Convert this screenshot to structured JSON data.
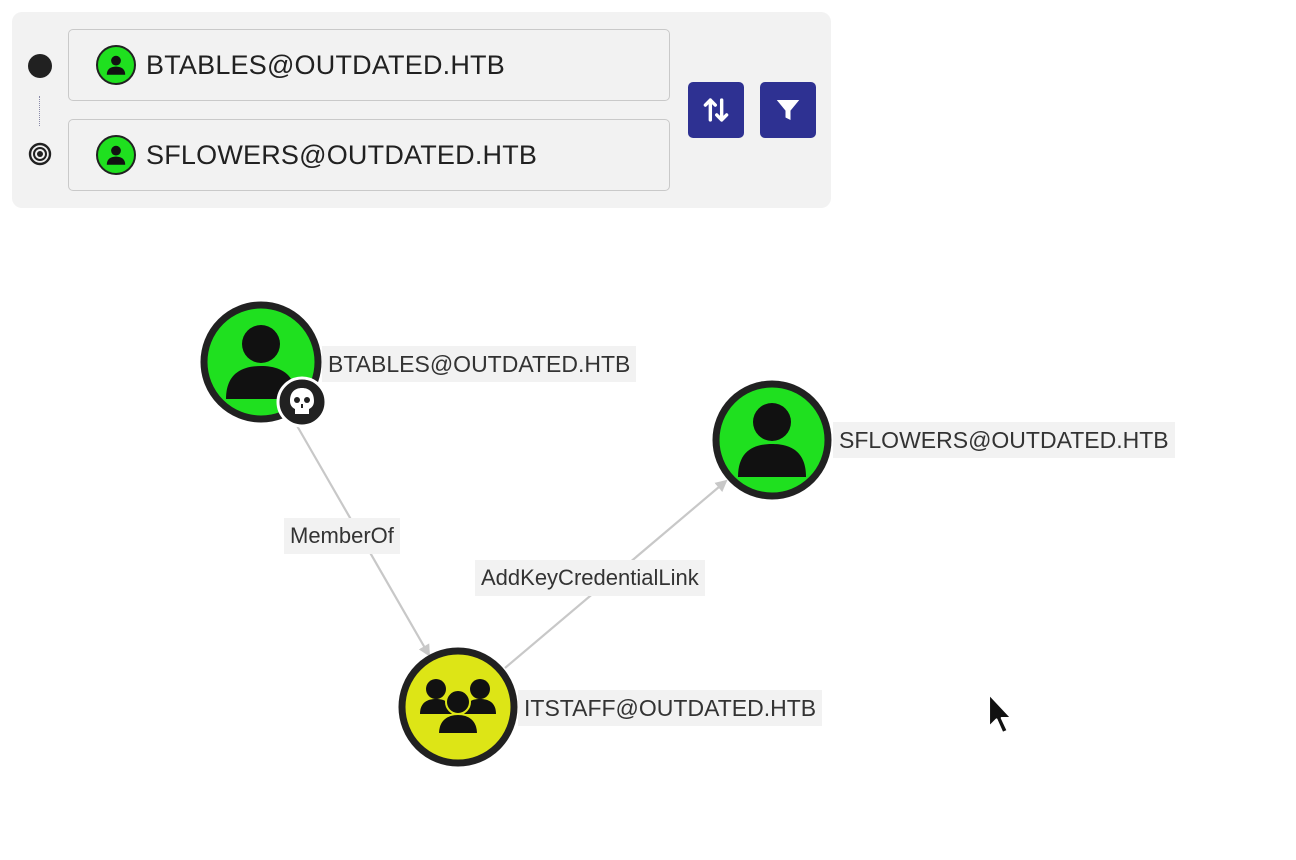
{
  "pathfinding": {
    "start_node": {
      "value": "BTABLES@OUTDATED.HTB",
      "icon": "user-icon"
    },
    "target_node": {
      "value": "SFLOWERS@OUTDATED.HTB",
      "icon": "user-icon"
    },
    "swap_button_icon": "swap-vertical-icon",
    "filter_button_icon": "filter-icon"
  },
  "graph": {
    "nodes": {
      "btables": {
        "label": "BTABLES@OUTDATED.HTB",
        "type": "user",
        "color": "#1fe01f",
        "badge": "skull-icon"
      },
      "sflowers": {
        "label": "SFLOWERS@OUTDATED.HTB",
        "type": "user",
        "color": "#1fe01f"
      },
      "itstaff": {
        "label": "ITSTAFF@OUTDATED.HTB",
        "type": "group",
        "color": "#dde516"
      }
    },
    "edges": {
      "memberof": {
        "label": "MemberOf",
        "from": "BTABLES@OUTDATED.HTB",
        "to": "ITSTAFF@OUTDATED.HTB"
      },
      "addkey": {
        "label": "AddKeyCredentialLink",
        "from": "ITSTAFF@OUTDATED.HTB",
        "to": "SFLOWERS@OUTDATED.HTB"
      }
    }
  },
  "colors": {
    "accent": "#2e3192",
    "user_node": "#1fe01f",
    "group_node": "#dde516",
    "edge": "#c8c8c8"
  }
}
